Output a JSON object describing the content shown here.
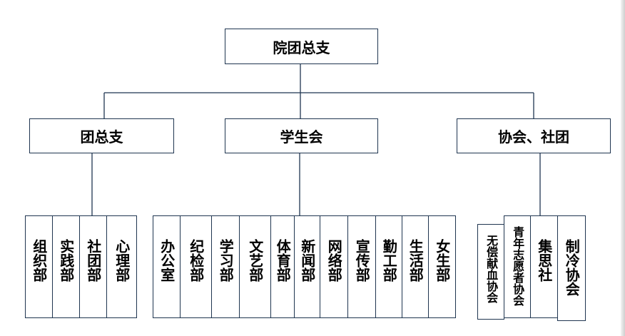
{
  "root": {
    "label": "院团总支"
  },
  "branches": [
    {
      "label": "团总支",
      "children": [
        "组织部",
        "实践部",
        "社团部",
        "心理部"
      ]
    },
    {
      "label": "学生会",
      "children": [
        "办公室",
        "纪检部",
        "学习部",
        "文艺部",
        "体育部",
        "新闻部",
        "网络部",
        "宣传部",
        "勤工部",
        "生活部",
        "女生部"
      ]
    },
    {
      "label": "协会、社团",
      "children": [
        "无偿献血协会",
        "青年志愿者协会",
        "集思社",
        "制冷协会"
      ]
    }
  ],
  "colors": {
    "border": "#1f3550",
    "line": "#1f3550",
    "text": "#000000",
    "background": "#ffffff"
  }
}
